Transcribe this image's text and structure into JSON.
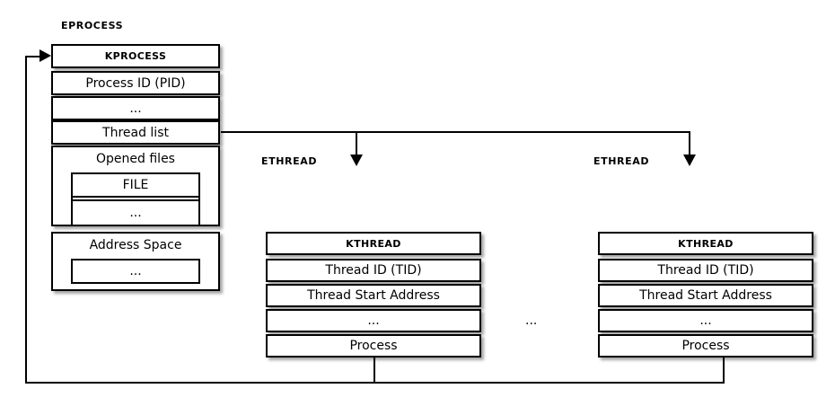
{
  "diagram": {
    "title_labels": {
      "eprocess": "EPROCESS",
      "ethread_left": "ETHREAD",
      "ethread_right": "ETHREAD"
    },
    "between_threads_ellipsis": "...",
    "eprocess_rows": [
      {
        "label": "KPROCESS",
        "style": "bold-small"
      },
      {
        "label": "Process ID (PID)",
        "style": "normal"
      },
      {
        "label": "...",
        "style": "normal"
      },
      {
        "label": "Thread list",
        "style": "normal"
      }
    ],
    "opened_files": {
      "title": "Opened files",
      "rows": [
        "FILE",
        "..."
      ]
    },
    "address_space": {
      "title": "Address Space",
      "rows": [
        "..."
      ]
    },
    "thread_left": {
      "rows": [
        {
          "label": "KTHREAD",
          "style": "bold-small"
        },
        {
          "label": "Thread ID (TID)",
          "style": "normal"
        },
        {
          "label": "Thread Start Address",
          "style": "normal"
        },
        {
          "label": "...",
          "style": "normal"
        },
        {
          "label": "Process",
          "style": "normal"
        }
      ]
    },
    "thread_right": {
      "rows": [
        {
          "label": "KTHREAD",
          "style": "bold-small"
        },
        {
          "label": "Thread ID (TID)",
          "style": "normal"
        },
        {
          "label": "Thread Start Address",
          "style": "normal"
        },
        {
          "label": "...",
          "style": "normal"
        },
        {
          "label": "Process",
          "style": "normal"
        }
      ]
    },
    "colors": {
      "stroke": "#000000",
      "fill": "#ffffff",
      "shadow": "rgba(0,0,0,0.35)"
    }
  }
}
